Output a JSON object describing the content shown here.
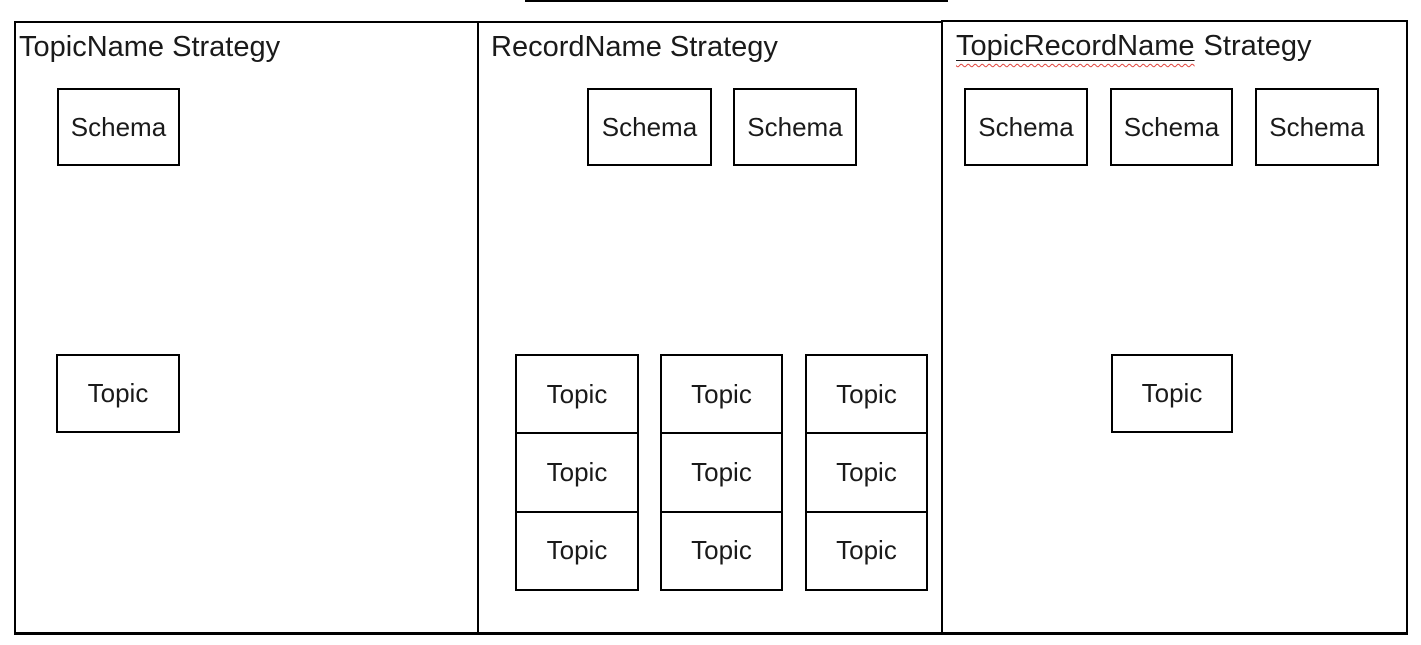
{
  "diagram": {
    "description_colors": {
      "border": "#000000",
      "text": "#1a1a1a",
      "background": "#ffffff",
      "spellcheck_squiggle": "#e0433b"
    },
    "panels": [
      {
        "title": "TopicName Strategy",
        "schema_boxes": [
          "Schema"
        ],
        "topic_boxes": [
          "Topic"
        ]
      },
      {
        "title": "RecordName Strategy",
        "schema_boxes": [
          "Schema",
          "Schema"
        ],
        "topic_columns": [
          [
            "Topic",
            "Topic",
            "Topic"
          ],
          [
            "Topic",
            "Topic",
            "Topic"
          ],
          [
            "Topic",
            "Topic",
            "Topic"
          ]
        ]
      },
      {
        "title_flagged": "TopicRecordName",
        "title_rest": "Strategy",
        "schema_boxes": [
          "Schema",
          "Schema",
          "Schema"
        ],
        "topic_boxes": [
          "Topic"
        ]
      }
    ]
  }
}
